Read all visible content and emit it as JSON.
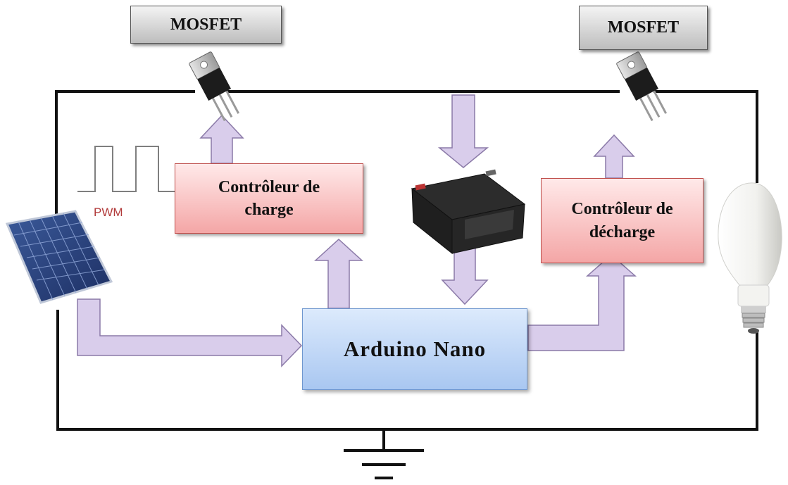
{
  "diagram": {
    "mosfet_left_label": "MOSFET",
    "mosfet_right_label": "MOSFET",
    "charge_controller_label": "Contrôleur de charge",
    "discharge_controller_label": "Contrôleur de décharge",
    "microcontroller_label": "Arduino Nano",
    "pwm_label": "PWM"
  },
  "colors": {
    "arrow_fill": "#d9cdeb",
    "arrow_stroke": "#8b7aa8",
    "controller_fill": "#f6b3b3",
    "microcontroller_fill": "#bcd5f6",
    "wire": "#111111"
  },
  "icons": [
    "solar-panel-icon",
    "mosfet-transistor-icon",
    "battery-icon",
    "light-bulb-icon",
    "ground-symbol-icon",
    "pwm-waveform-icon"
  ]
}
